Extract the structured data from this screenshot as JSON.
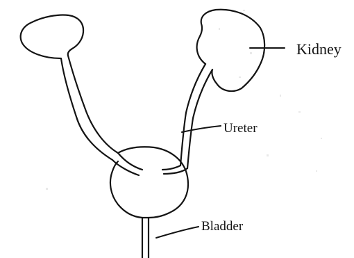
{
  "labels": {
    "kidney": "Kidney",
    "ureter": "Ureter",
    "bladder": "Bladder"
  },
  "colors": {
    "ink": "#141414",
    "background": "#ffffff"
  }
}
